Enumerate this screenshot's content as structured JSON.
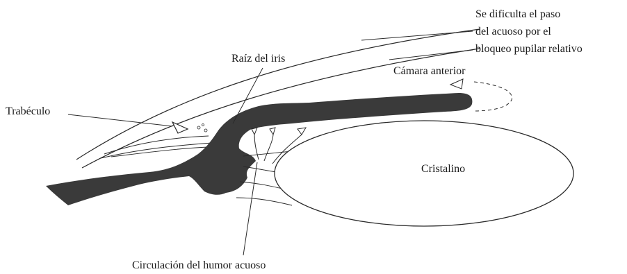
{
  "labels": {
    "trabeculo": "Trabéculo",
    "raiz_iris": "Raíz del iris",
    "camara_anterior": "Cámara anterior",
    "cristalino": "Cristalino",
    "circulacion": "Circulación del humor acuoso",
    "note_lines": [
      "Se dificulta el paso",
      "del acuoso por el",
      "bloqueo pupilar relativo"
    ]
  },
  "colors": {
    "iris": "#3a3a3a",
    "line": "#2a2a2a",
    "background": "#ffffff"
  }
}
